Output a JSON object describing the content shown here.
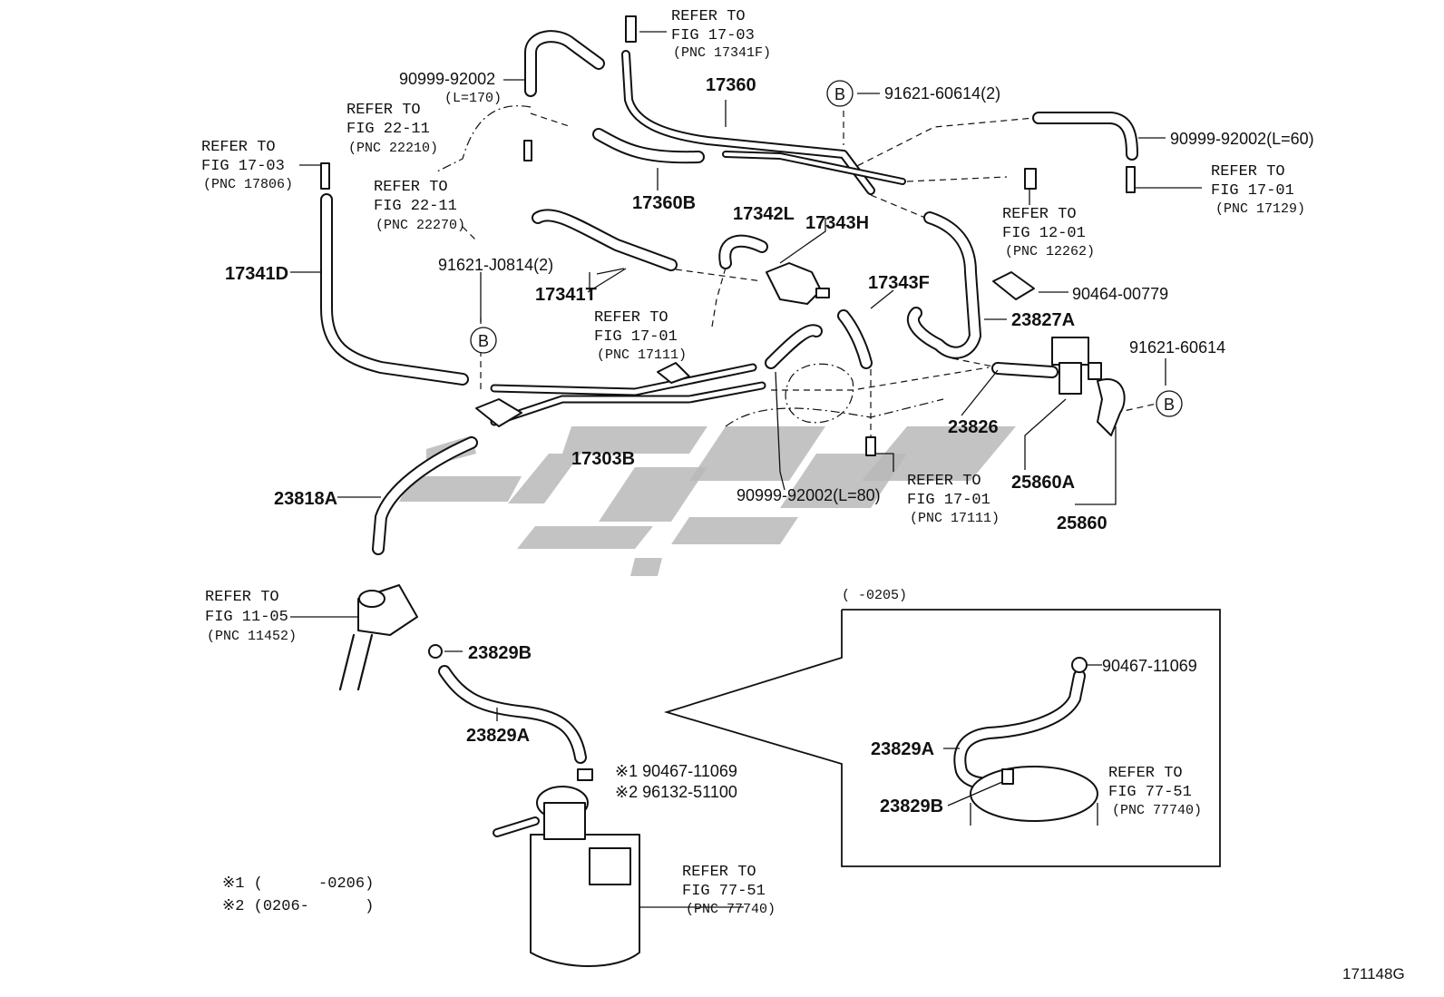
{
  "labels": {
    "refer_1703_top": [
      "REFER TO",
      "FIG 17-03",
      "(PNC 17341F)"
    ],
    "p90999_92002_top": "90999-92002",
    "p90999_92002_top_len": "(L=170)",
    "p17360": "17360",
    "b_91621_60614_2": "91621-60614(2)",
    "p90999_92002_l60": "90999-92002(L=60)",
    "refer_1701_right": [
      "REFER TO",
      "FIG 17-01",
      "(PNC 17129)"
    ],
    "refer_2211_a": [
      "REFER TO",
      "FIG 22-11",
      "(PNC 22210)"
    ],
    "refer_1703_left": [
      "REFER TO",
      "FIG 17-03",
      "(PNC 17806)"
    ],
    "refer_2211_b": [
      "REFER TO",
      "FIG 22-11",
      "(PNC 22270)"
    ],
    "p17360B": "17360B",
    "refer_1201": [
      "REFER TO",
      "FIG 12-01",
      "(PNC 12262)"
    ],
    "p17342L": "17342L",
    "p17343H": "17343H",
    "p17341D": "17341D",
    "p91621_J0814": "91621-J0814(2)",
    "p17343F": "17343F",
    "p90464_00779": "90464-00779",
    "p17341T": "17341T",
    "refer_1701_mid": [
      "REFER TO",
      "FIG 17-01",
      "(PNC 17111)"
    ],
    "p23827A": "23827A",
    "p91621_60614": "91621-60614",
    "p23826": "23826",
    "p17303B": "17303B",
    "p25860A": "25860A",
    "refer_1701_low": [
      "REFER TO",
      "FIG 17-01",
      "(PNC 17111)"
    ],
    "p90999_92002_l80": "90999-92002(L=80)",
    "p25860": "25860",
    "p23818A": "23818A",
    "refer_1105": [
      "REFER TO",
      "FIG 11-05",
      "(PNC 11452)"
    ],
    "p23829B": "23829B",
    "p23829A": "23829A",
    "note1_part": "※1 90467-11069",
    "note2_part": "※2 96132-51100",
    "refer_7751_bottom": [
      "REFER TO",
      "FIG 77-51",
      "(PNC 77740)"
    ],
    "legend1": "※1 (      -0206)",
    "legend2": "※2 (0206-      )",
    "inset_range": "(      -0205)",
    "inset_90467": "90467-11069",
    "inset_23829A": "23829A",
    "inset_23829B": "23829B",
    "inset_refer_7751": [
      "REFER TO",
      "FIG 77-51",
      "(PNC 77740)"
    ],
    "circle_b": "B",
    "fig_code": "171148G"
  },
  "icons": [
    "hose-clip-icon",
    "vsv-valve-icon",
    "charcoal-canister-icon",
    "throttle-body-icon"
  ]
}
